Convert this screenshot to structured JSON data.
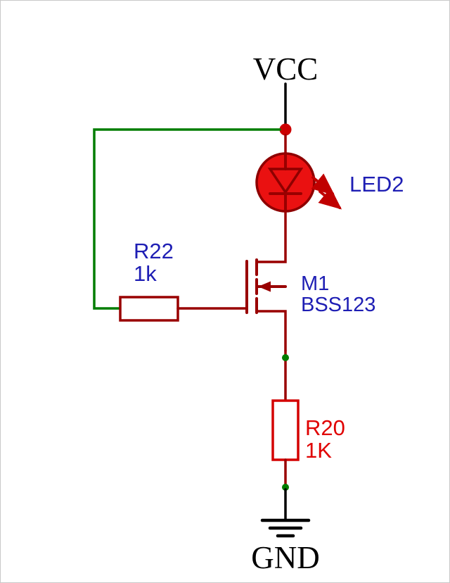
{
  "schematic": {
    "power_net": {
      "label": "VCC"
    },
    "ground_net": {
      "label": "GND"
    },
    "led": {
      "designator": "LED2"
    },
    "mosfet": {
      "designator": "M1",
      "part_number": "BSS123"
    },
    "gate_resistor": {
      "designator": "R22",
      "value": "1k"
    },
    "source_resistor": {
      "designator": "R20",
      "value": "1K"
    },
    "colors": {
      "wire_dark_red": "#990000",
      "wire_green": "#007d00",
      "wire_black": "#000000",
      "label_blue": "#1e1eb4",
      "label_red": "#e00000",
      "led_body_fill": "#ea1111",
      "led_body_stroke": "#8e0000",
      "junction_dot": "#cc0000",
      "resistor_r20_stroke": "#d40000"
    }
  }
}
